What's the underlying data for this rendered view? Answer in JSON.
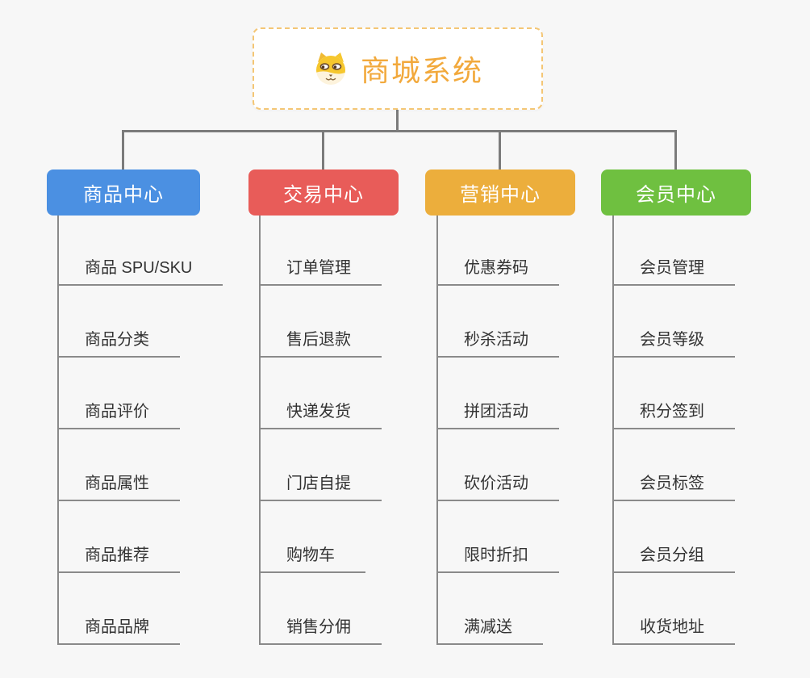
{
  "root": {
    "title": "商城系统",
    "icon": "shiba-dog-icon"
  },
  "branches": [
    {
      "label": "商品中心",
      "color": "#4B90E2",
      "items": [
        "商品 SPU/SKU",
        "商品分类",
        "商品评价",
        "商品属性",
        "商品推荐",
        "商品品牌"
      ]
    },
    {
      "label": "交易中心",
      "color": "#E85C59",
      "items": [
        "订单管理",
        "售后退款",
        "快递发货",
        "门店自提",
        "购物车",
        "销售分佣"
      ]
    },
    {
      "label": "营销中心",
      "color": "#ECAE3C",
      "items": [
        "优惠券码",
        "秒杀活动",
        "拼团活动",
        "砍价活动",
        "限时折扣",
        "满减送"
      ]
    },
    {
      "label": "会员中心",
      "color": "#6FC040",
      "items": [
        "会员管理",
        "会员等级",
        "积分签到",
        "会员标签",
        "会员分组",
        "收货地址"
      ]
    }
  ],
  "colors": {
    "background": "#F7F7F7",
    "connector": "#7B7B7B",
    "spine": "#8A8A8A",
    "item_text": "#333333",
    "root_title": "#F2A93C",
    "root_border": "#F4C675"
  }
}
